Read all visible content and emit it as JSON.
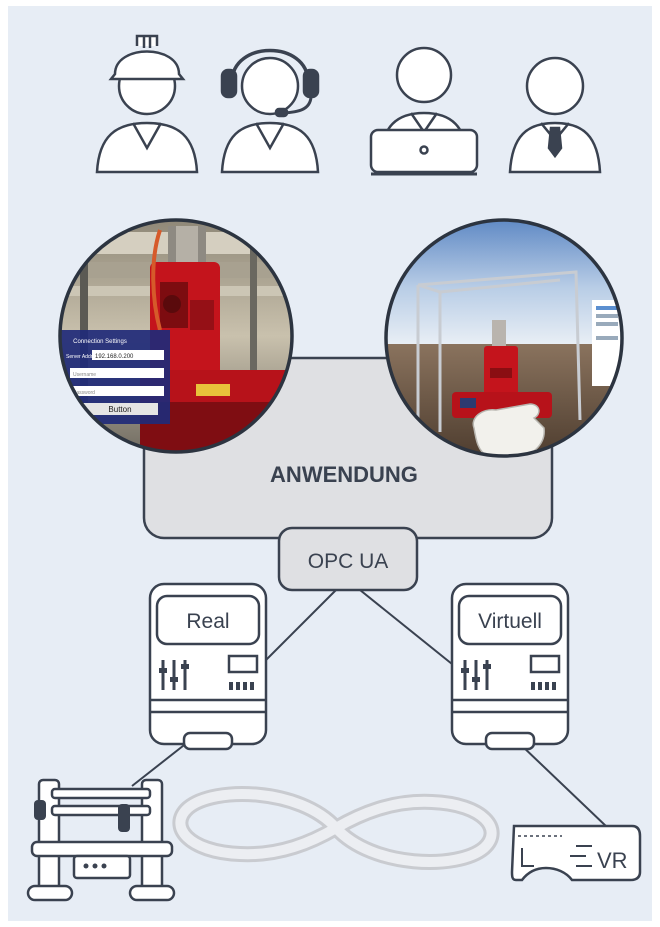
{
  "application": {
    "label": "ANWENDUNG"
  },
  "protocol": {
    "label": "OPC UA"
  },
  "controllers": [
    {
      "id": "real",
      "label": "Real"
    },
    {
      "id": "virtual",
      "label": "Virtuell"
    }
  ],
  "left_photo": {
    "panel_title": "Connection Settings",
    "ip_label": "Server Addr",
    "ip_value": "192.168.0.200",
    "field2": "Username",
    "field3": "Password",
    "button_label": "Button"
  },
  "vr_device": {
    "label": "VR"
  },
  "colors": {
    "background": "#e7edf5",
    "outline": "#3a4250",
    "box_fill": "#dfe0e3",
    "panel_blue": "#1f2a78",
    "robot_red": "#c4141c"
  }
}
